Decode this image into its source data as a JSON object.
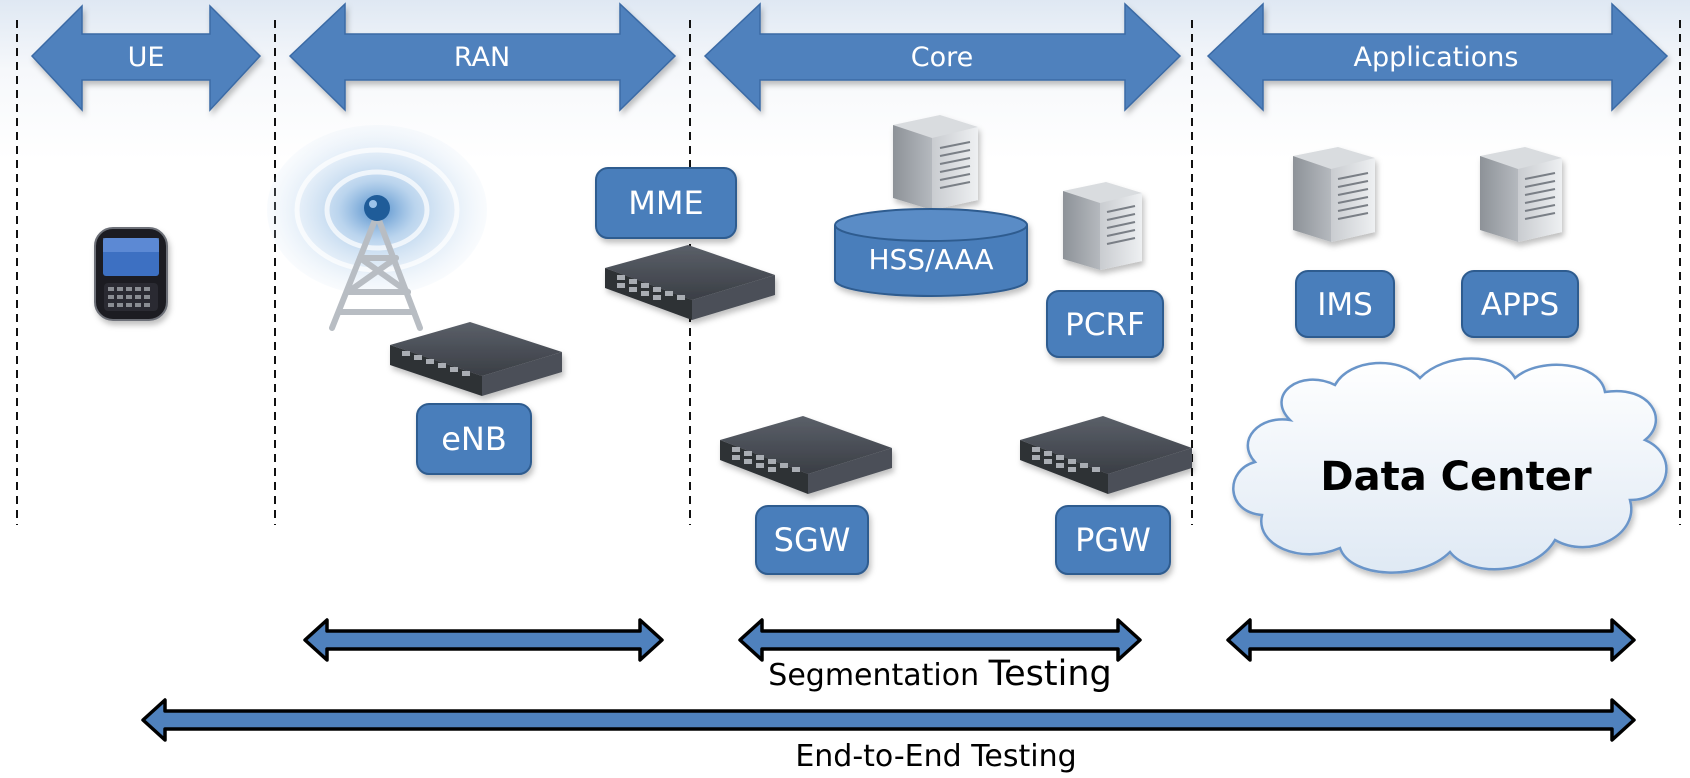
{
  "zones": [
    {
      "label": "UE"
    },
    {
      "label": "RAN"
    },
    {
      "label": "Core"
    },
    {
      "label": "Applications"
    }
  ],
  "nodes": {
    "mme": "MME",
    "hss": "HSS/AAA",
    "pcrf": "PCRF",
    "enb": "eNB",
    "sgw": "SGW",
    "pgw": "PGW",
    "ims": "IMS",
    "apps": "APPS",
    "datacenter": "Data Center"
  },
  "testing": {
    "segmentation_prefix": "Segmentation ",
    "segmentation_suffix": "Testing",
    "end_to_end": "End-to-End Testing"
  },
  "colors": {
    "arrow_fill": "#4f81bd",
    "arrow_stroke": "#3a6aa5",
    "box_fill": "#4a7ebb",
    "box_stroke": "#2f5b8f",
    "text_light": "#ffffff",
    "text_dark": "#000000",
    "device_dark": "#3b3f46"
  }
}
